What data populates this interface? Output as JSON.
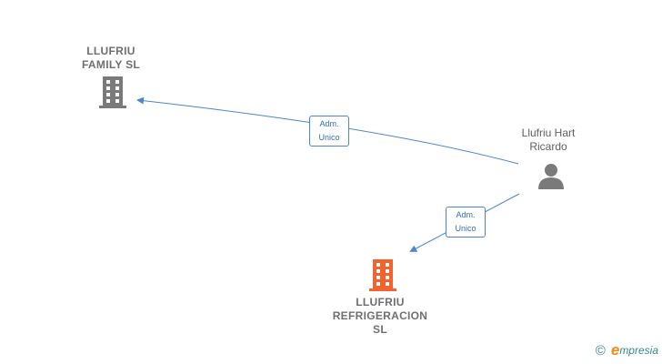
{
  "nodes": {
    "llufriu_family": {
      "line1": "LLUFRIU",
      "line2": "FAMILY  SL"
    },
    "llufriu_refrigeracion": {
      "line1": "LLUFRIU",
      "line2": "REFRIGERACION",
      "line3": "SL"
    },
    "person": {
      "line1": "Llufriu Hart",
      "line2": "Ricardo"
    }
  },
  "edges": [
    {
      "line1": "Adm.",
      "line2": "Unico"
    },
    {
      "line1": "Adm.",
      "line2": "Unico"
    }
  ],
  "brand": {
    "copyright": "©",
    "initial": "e",
    "rest": "mpresia"
  },
  "colors": {
    "edge": "#4a86d4",
    "company_gray": "#7a7a7a",
    "company_highlight": "#f0652f",
    "person": "#7a7a7a"
  }
}
